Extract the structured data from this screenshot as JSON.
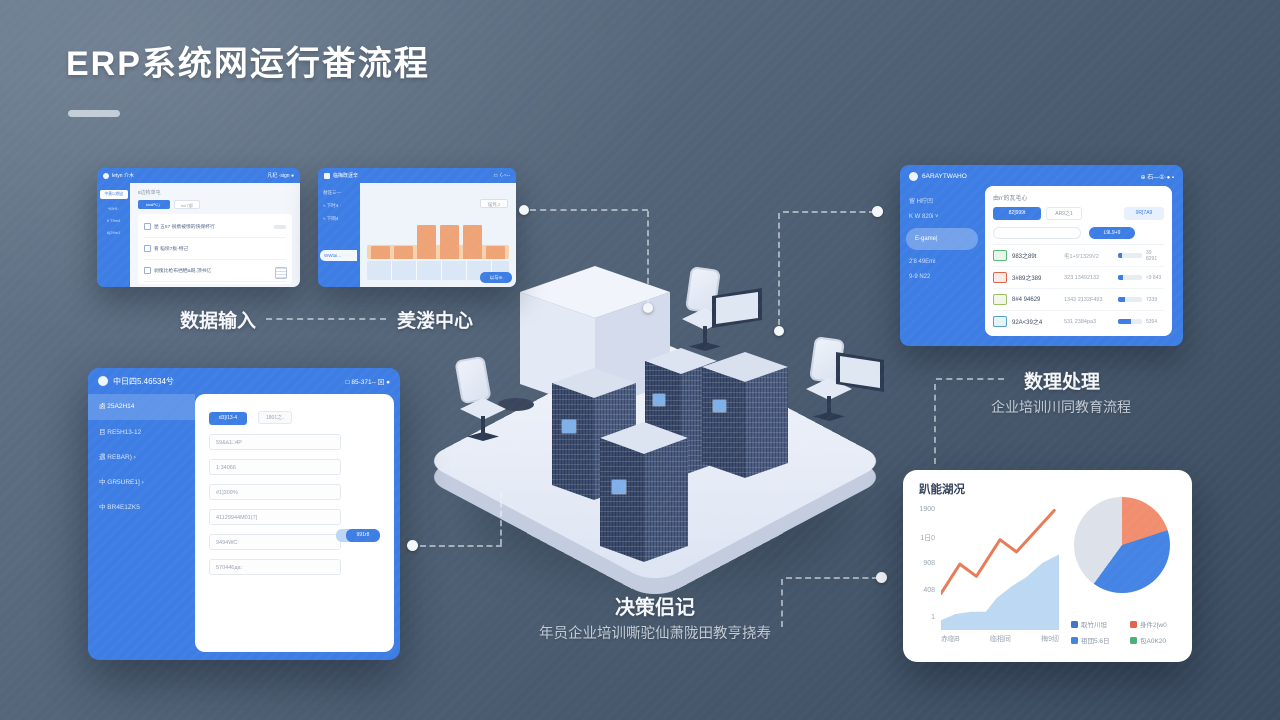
{
  "slide": {
    "title": "ERP系统网运行畨流程"
  },
  "colors": {
    "accent": "#3E7EE4",
    "bar_orange": "#EFA478",
    "band_orange": "#F6D3AC",
    "line_orange": "#E87B58",
    "area_blue": "#BCD8F2",
    "pie_orange": "#F28E70",
    "pie_blue": "#4584E4",
    "pie_gray": "#DCE1EA"
  },
  "labels": {
    "input": "数据输入",
    "hub": "羑溇中心",
    "process_title": "数理处理",
    "process_subtitle": "企业培训川同教育流程",
    "decision_title": "决策侣记",
    "decision_subtitle": "年员企业培训嘶驼仙萧陇田教亨挠寿"
  },
  "mockup_input": {
    "topbar_title": "letyn 介木",
    "topbar_right": "凡杞 ·sign ●",
    "sidebar_active": "中黄以期这",
    "sidebar_items": [
      "*8IH1·",
      "9 T9m4",
      "6(29m1"
    ],
    "heading": "в边枚单屯",
    "tab_active": "knaPC」",
    "tab_inactive": "nd 7部",
    "rows": [
      {
        "text": "昆 五57 很携被惊的快保杯行",
        "trailing": "dash"
      },
      {
        "text": "看 稻坝7板-特己",
        "trailing": ""
      },
      {
        "text": "剥傀比枪布挡牺&既.顶书亿",
        "trailing": "icon"
      }
    ]
  },
  "mockup_hub": {
    "topbar_title": "临梅既迓辛",
    "topbar_right": "□〈·~·-",
    "sidebar_items": [
      "替饪三—",
      "≈ 下时4 ·",
      "≈ 下网4"
    ],
    "sidebar_active": "WWtai…",
    "button_top": "埕凭.z",
    "button_bottom": "以与m"
  },
  "mockup_table": {
    "topbar_title": "6ARAYTWAHO",
    "topbar_right": "⊕ 石—①·● ▪",
    "sidebar_items_before": [
      "留 H咛凹",
      "K W 820i ˅"
    ],
    "sidebar_active": "E-game|",
    "sidebar_items_after": [
      "2'8 49Emi",
      "9-9 N22"
    ],
    "heading": "由n'的瓦毛心",
    "tab_active": "82]999t",
    "tab_inactive": "AR9之1",
    "button_right": "9R]7A9",
    "search_button": "L9L9+9",
    "rows": [
      {
        "name": "983之89t",
        "mid": "毛1+9'1329V2",
        "val": "39 8291",
        "icon": "#5BB878",
        "fill": 0.18
      },
      {
        "name": "3#89之389",
        "mid": "323 13492132",
        "val": "≈9 843",
        "icon": "#E0654A",
        "fill": 0.22
      },
      {
        "name": "8#4 94629",
        "mid": "1343 2132F493",
        "val": "7339",
        "icon": "#9CBF62",
        "fill": 0.28
      },
      {
        "name": "92A<39之4",
        "mid": "531 2384ра3",
        "val": "5394",
        "icon": "#56A3C8",
        "fill": 0.55
      }
    ]
  },
  "mockup_form": {
    "topbar_title": "中日四5.46534兮",
    "topbar_right": "□ 85-371-- 龱 ●",
    "sidebar_active": "卤 25A2H14",
    "sidebar_items": [
      "目 RE5H13-12",
      "遇 REBAR) ›",
      "中 GR5URE1] ›",
      "中 BR4E1ZK5"
    ],
    "tab_active": "d3]/13-4",
    "tab_inactive": "1801之..",
    "fields": [
      "59&ā1□4P",
      "1:34066",
      "#1]309%",
      "41129944M01(7]",
      "9494WC:",
      "570446да:"
    ],
    "button": "991г8"
  },
  "report_card": {
    "title": "趴能湖况"
  },
  "chart_data": [
    {
      "type": "bar",
      "location": "hub-mockup-minichart",
      "categories": [
        "b1",
        "b2",
        "b3",
        "b4",
        "b5",
        "b6"
      ],
      "values": [
        1,
        1,
        2.6,
        2.6,
        2.6,
        1
      ],
      "bar_color": "#EFA478",
      "band_color": "#F6D3AC",
      "note": "decorative orange bars on a light-orange baseline band, three tall middle bars"
    },
    {
      "type": "area",
      "location": "report-card-left",
      "title": "趴能湖况",
      "y_ticks": [
        "1900",
        "1日0",
        "908",
        "408",
        "1"
      ],
      "x_ticks": [
        "赤临B",
        "临相同",
        "梅9纫"
      ],
      "area_points": [
        [
          0,
          8
        ],
        [
          12,
          13
        ],
        [
          25,
          15
        ],
        [
          38,
          15
        ],
        [
          47,
          26
        ],
        [
          60,
          36
        ],
        [
          72,
          43
        ],
        [
          86,
          55
        ],
        [
          100,
          62
        ]
      ],
      "line_points": [
        [
          0,
          30
        ],
        [
          16,
          54
        ],
        [
          30,
          44
        ],
        [
          50,
          74
        ],
        [
          64,
          64
        ],
        [
          96,
          98
        ]
      ],
      "area_color": "#BCD8F2",
      "line_color": "#E87B58",
      "grid": false
    },
    {
      "type": "pie",
      "location": "report-card-right",
      "start_angle_deg": 0,
      "segments": [
        {
          "label": "orange",
          "value": 20,
          "color": "#F28E70"
        },
        {
          "label": "blue",
          "value": 40,
          "color": "#4584E4"
        },
        {
          "label": "gray",
          "value": 40,
          "color": "#DCE1EA"
        }
      ]
    },
    {
      "type": "legend",
      "location": "report-card-bottom",
      "items": [
        {
          "label": "取竹川坦",
          "color": "#3E74C8"
        },
        {
          "label": "身件2[w0",
          "color": "#E0654A"
        },
        {
          "label": "祖団5.6日",
          "color": "#3E86E0"
        },
        {
          "label": "包A0K20",
          "color": "#4CAF78"
        }
      ]
    }
  ]
}
